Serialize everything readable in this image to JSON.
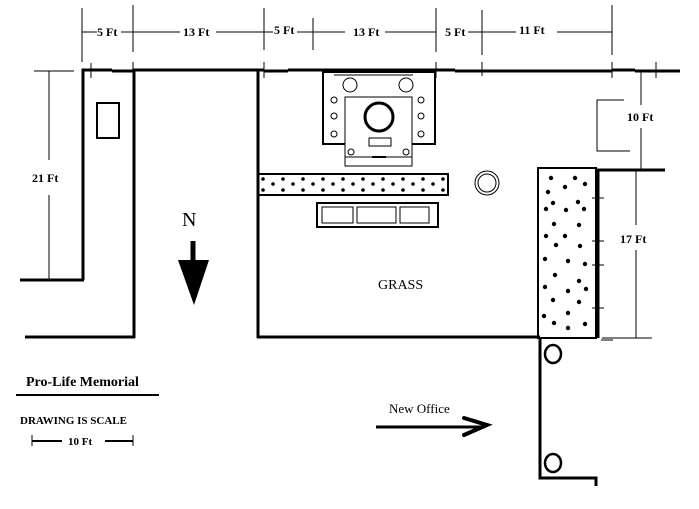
{
  "diagram": {
    "title": "Pro-Life Memorial",
    "scale_note": "DRAWING IS  SCALE",
    "scale_bar_label": "10 Ft",
    "north_label": "N",
    "grass_label": "GRASS",
    "new_office_label": "New Office",
    "top_dimensions": [
      "5 Ft",
      "13 Ft",
      "5 Ft",
      "13 Ft",
      "5 Ft",
      "11 Ft"
    ],
    "left_dimension": "21 Ft",
    "right_dimension_upper": "10 Ft",
    "right_dimension_lower": "17 Ft",
    "colors": {
      "line": "#000000",
      "background": "#ffffff"
    }
  }
}
